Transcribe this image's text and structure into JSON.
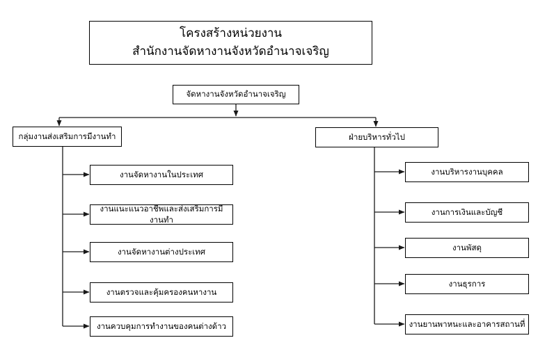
{
  "chart": {
    "title_line1": "โครงสร้างหน่วยงาน",
    "title_line2": "สำนักงานจัดหางานจังหวัดอำนาจเจริญ",
    "root": {
      "label": "จัดหางานจังหวัดอำนาจเจริญ"
    },
    "left_branch": {
      "label": "กลุ่มงานส่งเสริมการมีงานทำ",
      "children": [
        {
          "label": "งานจัดหางานในประเทศ"
        },
        {
          "label": "งานแนะแนวอาชีพและส่งเสริมการมีงานทำ"
        },
        {
          "label": "งานจัดหางานต่างประเทศ"
        },
        {
          "label": "งานตรวจและคุ้มครองคนหางาน"
        },
        {
          "label": "งานควบคุมการทำงานของคนต่างด้าว"
        }
      ]
    },
    "right_branch": {
      "label": "ฝ่ายบริหารทั่วไป",
      "children": [
        {
          "label": "งานบริหารงานบุคคล"
        },
        {
          "label": "งานการเงินและบัญชี"
        },
        {
          "label": "งานพัสดุ"
        },
        {
          "label": "งานธุรการ"
        },
        {
          "label": "งานยานพาหนะและอาคารสถานที่"
        }
      ]
    },
    "colors": {
      "background": "#ffffff",
      "box_border": "#000000",
      "line": "#1a1a1a",
      "text": "#000000"
    }
  }
}
